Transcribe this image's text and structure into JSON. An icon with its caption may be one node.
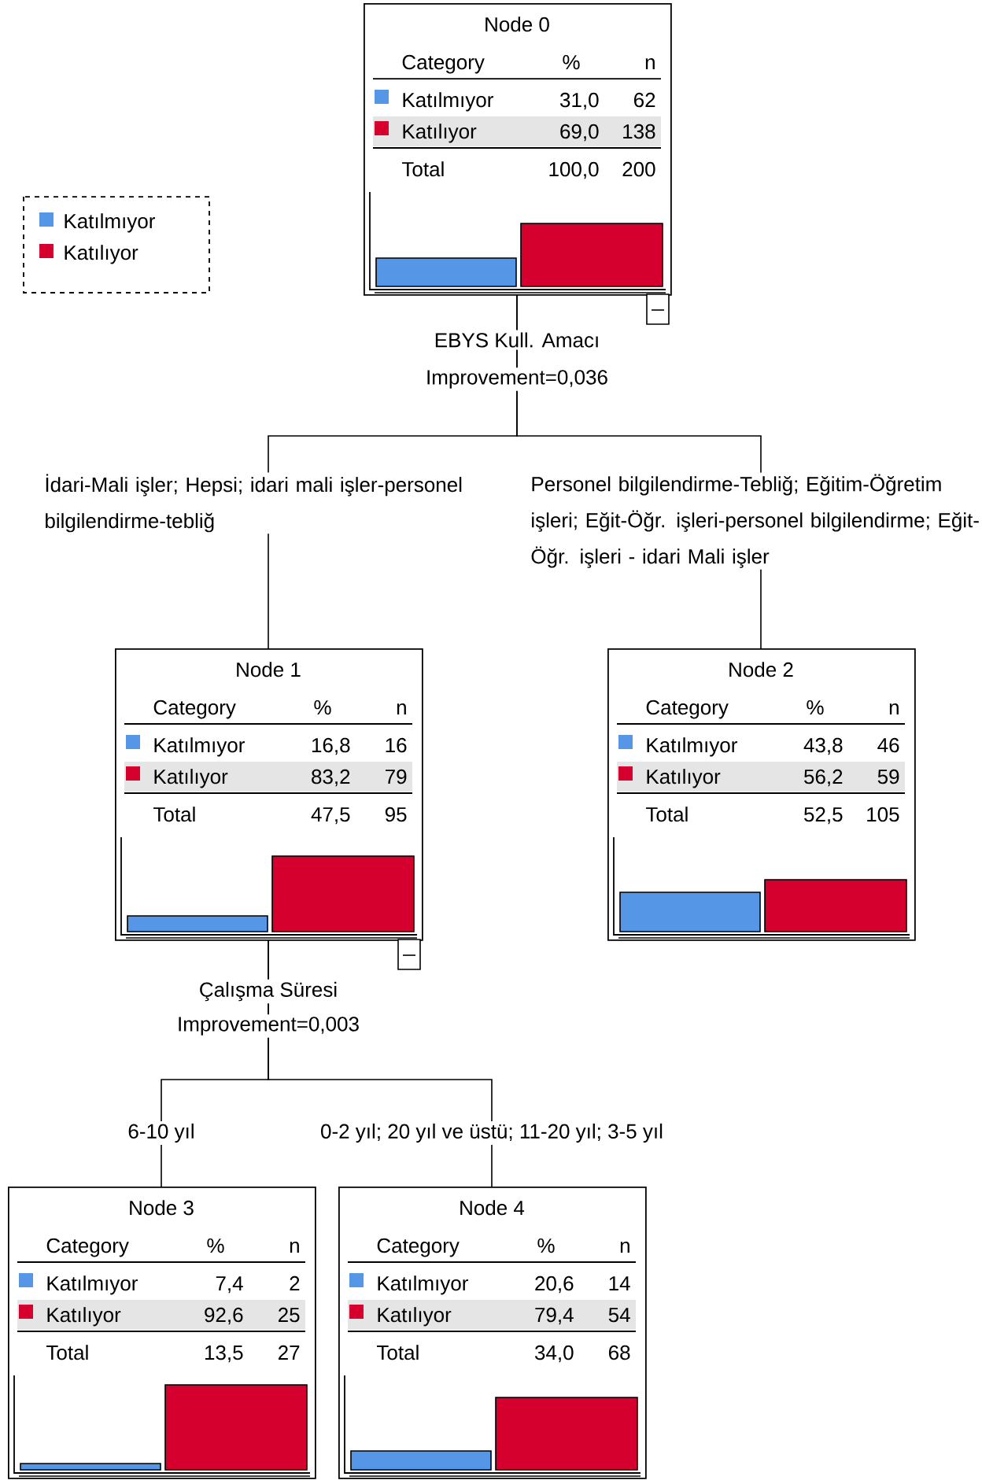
{
  "diagram": {
    "nodes": [
      {
        "text": [
          "Node 0",
          "Category",
          "%",
          "n",
          "Katılmıyor",
          "31,0",
          "62",
          "Katılıyor",
          "69,0",
          "138",
          "Total",
          "100,0",
          "200"
        ]
      },
      {
        "text": [
          "Node 1",
          "Category",
          "%",
          "n",
          "Katılmıyor",
          "16,8",
          "16",
          "Katılıyor",
          "83,2",
          "79",
          "Total",
          "47,5",
          "95"
        ]
      },
      {
        "text": [
          "Node 2",
          "Category",
          "%",
          "n",
          "Katılmıyor",
          "43,8",
          "46",
          "Katılıyor",
          "56,2",
          "59",
          "Total",
          "52,5",
          "105"
        ]
      },
      {
        "text": [
          "Node 3",
          "Category",
          "%",
          "n",
          "Katılmıyor",
          "7,4",
          "2",
          "Katılıyor",
          "92,6",
          "25",
          "Total",
          "13,5",
          "27"
        ]
      },
      {
        "text": [
          "Node 4",
          "Category",
          "%",
          "n",
          "Katılmıyor",
          "20,6",
          "14",
          "Katılıyor",
          "79,4",
          "54",
          "Total",
          "34,0",
          "68"
        ]
      }
    ],
    "edges": [
      {
        "from": 0,
        "to": 1,
        "arrow": "none",
        "label": "İdari-Mali işler; Hepsi; idari mali işler-personel bilgilendirme-tebliğ"
      },
      {
        "from": 0,
        "to": 2,
        "arrow": "none",
        "label": "Personel bilgilendirme-Tebliğ; Eğitim-Öğretim işleri; Eğit-Öğr. işleri-personel bilgilendirme; Eğit-Öğr. işleri - idari Mali işler"
      },
      {
        "from": 1,
        "to": 3,
        "arrow": "none",
        "label": "6-10 yıl"
      },
      {
        "from": 1,
        "to": 4,
        "arrow": "none",
        "label": "0-2 yıl; 20 yıl ve üstü; 11-20 yıl; 3-5 yıl"
      }
    ],
    "labels": [
      "EBYS Kull. Amacı",
      "Improvement=0,036",
      "Çalışma Süresi",
      "Improvement=0,003"
    ],
    "legend": [
      {
        "text": "Katılmıyor",
        "color": "#5596e6"
      },
      {
        "text": "Katılıyor",
        "color": "#d6002e"
      }
    ]
  }
}
